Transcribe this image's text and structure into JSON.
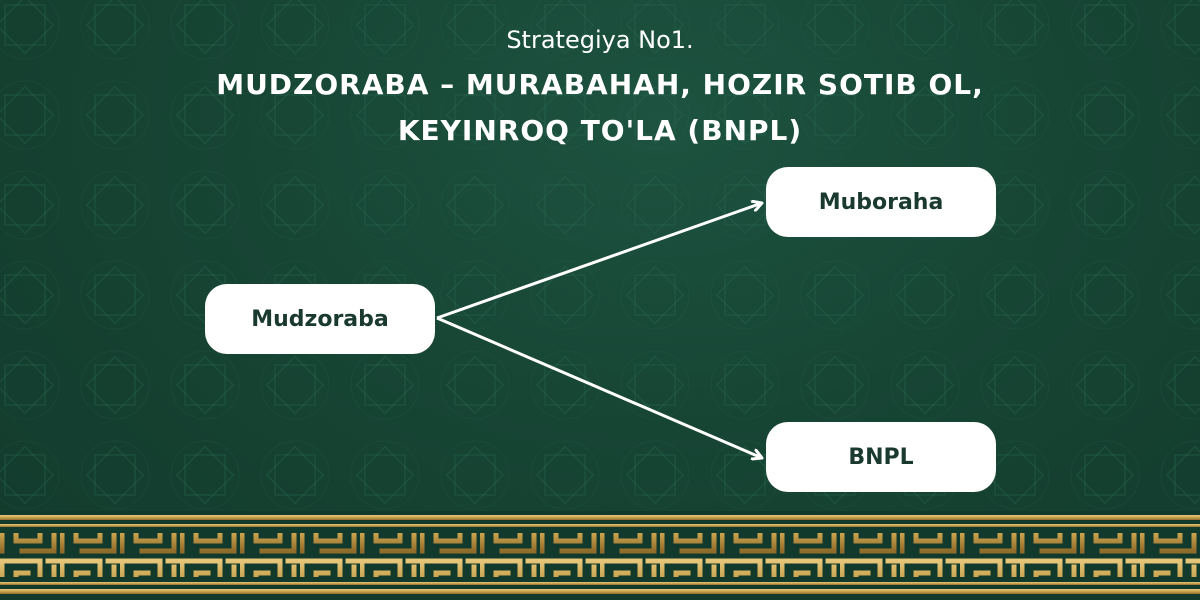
{
  "header": {
    "subtitle": "Strategiya No1.",
    "title_line1": "MUDZORABA – MURABAHAH, HOZIR SOTIB OL,",
    "title_line2": "KEYINROQ TO'LA (BNPL)"
  },
  "nodes": {
    "source": "Mudzoraba",
    "target_top": "Muboraha",
    "target_bottom": "BNPL"
  },
  "colors": {
    "background": "#174534",
    "node_fill": "#ffffff",
    "node_text": "#1b3a2f",
    "arrow": "#ffffff",
    "border_gold": "#c9a24e"
  }
}
